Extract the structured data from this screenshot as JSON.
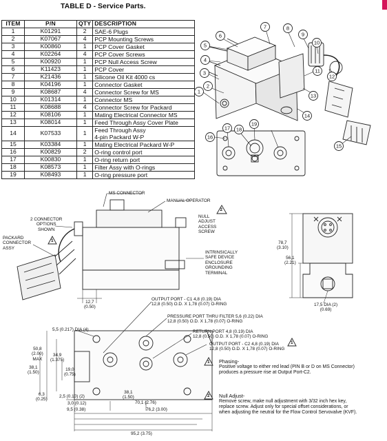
{
  "title": "TABLE D - Service Parts.",
  "table": {
    "headers": [
      "ITEM",
      "P/N",
      "QTY",
      "DESCRIPTION"
    ],
    "rows": [
      {
        "item": "1",
        "pn": "K01291",
        "qty": "2",
        "desc": "SAE-6 Plugs"
      },
      {
        "item": "2",
        "pn": "K07067",
        "qty": "4",
        "desc": "PCP Mounting Screws"
      },
      {
        "item": "3",
        "pn": "K00860",
        "qty": "1",
        "desc": "PCP Cover Gasket"
      },
      {
        "item": "4",
        "pn": "K02264",
        "qty": "4",
        "desc": "PCP Cover Screws"
      },
      {
        "item": "5",
        "pn": "K00920",
        "qty": "1",
        "desc": "PCP Null Access Screw"
      },
      {
        "item": "6",
        "pn": "K11423",
        "qty": "1",
        "desc": "PCP Cover"
      },
      {
        "item": "7",
        "pn": "K21436",
        "qty": "1",
        "desc": "Silicone Oil Kit 4000 cs"
      },
      {
        "item": "8",
        "pn": "K04196",
        "qty": "1",
        "desc": "Connector Gasket"
      },
      {
        "item": "9",
        "pn": "K08687",
        "qty": "4",
        "desc": "Connector Screw for MS"
      },
      {
        "item": "10",
        "pn": "K01314",
        "qty": "1",
        "desc": "Connector MS"
      },
      {
        "item": "11",
        "pn": "K08688",
        "qty": "4",
        "desc": "Connector Screw for Packard"
      },
      {
        "item": "12",
        "pn": "K08106",
        "qty": "1",
        "desc": "Mating Electrical Connector MS"
      },
      {
        "item": "13",
        "pn": "K08014",
        "qty": "1",
        "desc": "Feed Through Assy Cover Plate"
      },
      {
        "item": "14",
        "pn": "K07533",
        "qty": "1",
        "desc": "Feed Through Assy",
        "desc2": "4-pin Packard W-P"
      },
      {
        "item": "15",
        "pn": "K03384",
        "qty": "1",
        "desc": "Mating Electrical Packard W-P"
      },
      {
        "item": "16",
        "pn": "K00829",
        "qty": "2",
        "desc": "O-ring control port"
      },
      {
        "item": "17",
        "pn": "K00830",
        "qty": "1",
        "desc": "O-ring return port"
      },
      {
        "item": "18",
        "pn": "K08573",
        "qty": "1",
        "desc": "Filter Assy with O-rings"
      },
      {
        "item": "19",
        "pn": "K08493",
        "qty": "1",
        "desc": "O-ring pressure port"
      }
    ]
  },
  "callouts": [
    "1",
    "2",
    "3",
    "4",
    "5",
    "6",
    "7",
    "8",
    "9",
    "10",
    "11",
    "12",
    "13",
    "14",
    "15",
    "16",
    "17",
    "18",
    "19"
  ],
  "labels": {
    "ms_connector": "MS CONNECTOR",
    "manual_operator": "MANUAL OPERATOR",
    "null_adjust": [
      "NULL",
      "ADJUST",
      "ACCESS",
      "SCREW"
    ],
    "two_connector": [
      "2 CONNECTOR",
      "OPTIONS",
      "SHOWN"
    ],
    "packard": [
      "PACKARD",
      "CONNECTOR",
      "ASSY"
    ],
    "intrinsic": [
      "INTRINSICALLY",
      "SAFE DEVICE",
      "ENCLOSURE",
      "GROUNDING",
      "TERMINAL"
    ],
    "dim_12_7": [
      "12,7",
      "(0.50)"
    ],
    "dim_78_7": [
      "78,7",
      "(3.10)"
    ],
    "dim_56_1": [
      "56,1",
      "(2.21)"
    ],
    "dim_17_5": [
      "17,5 DIA (2)",
      "(0.69)"
    ],
    "output_c1": [
      "OUTPUT PORT - C1  4,8 (0.19) DIA",
      "12,8 (0.50) O.D. X 1,78 (0.07) O-RING"
    ],
    "pressure_port": [
      "PRESSURE PORT THRU FILTER 5,6 (0.22) DIA",
      "12,8 (0.50) O.D. X 1,78 (0.07) O-RING"
    ],
    "return_port": [
      "RETURN PORT 4,8 (0.19) DIA",
      "12,8 (0.50) O.D. X 1,78 (0.07) O-RING"
    ],
    "output_c2": [
      "OUTPUT PORT - C2  4,8 (0.19) DIA",
      "12,8 (0.50) O.D. X 1,78 (0.07) O-RING"
    ],
    "hole_dia": "5,5 (0.217) DIA (4)",
    "dim_50_8": [
      "50,8",
      "(2.00)",
      "MAX"
    ],
    "dim_34_9": [
      "34,9",
      "(1.375)"
    ],
    "dim_38_1_v": [
      "38,1",
      "(1.50)"
    ],
    "dim_19_0": [
      "19,0",
      "(0.75)"
    ],
    "dim_6_3": [
      "6,3",
      "(0.25)"
    ],
    "dim_2_5": "2,5 (0.10) (2)",
    "dim_3_0": "3,0 (0.12)",
    "dim_9_5": "9,5 (0.38)",
    "dim_38_1_h": [
      "38,1",
      "(1.50)"
    ],
    "dim_70_1": "70,1 (2.76)",
    "dim_76_2": "76,2 (3.00)",
    "dim_95_2": "95,2 (3.75)"
  },
  "notes": {
    "phasing": {
      "marker": "1",
      "title": "Phasing-",
      "lines": [
        "Positive voltage to either red lead (PIN B or D on MS Connector)",
        "produces a pressure rise at Output Port-C2."
      ]
    },
    "null_adjust": {
      "marker": "2",
      "title": "Null Adjust-",
      "lines": [
        "Remove screw, make null adjustment with 3/32 inch hex key,",
        "replace screw. Adjust only for special offset considerations, or",
        "when adjusting the neutral for the Flow Control Servovalve (KVF)."
      ]
    }
  },
  "colors": {
    "accent_mark": "#d4145a",
    "line": "#222222"
  }
}
